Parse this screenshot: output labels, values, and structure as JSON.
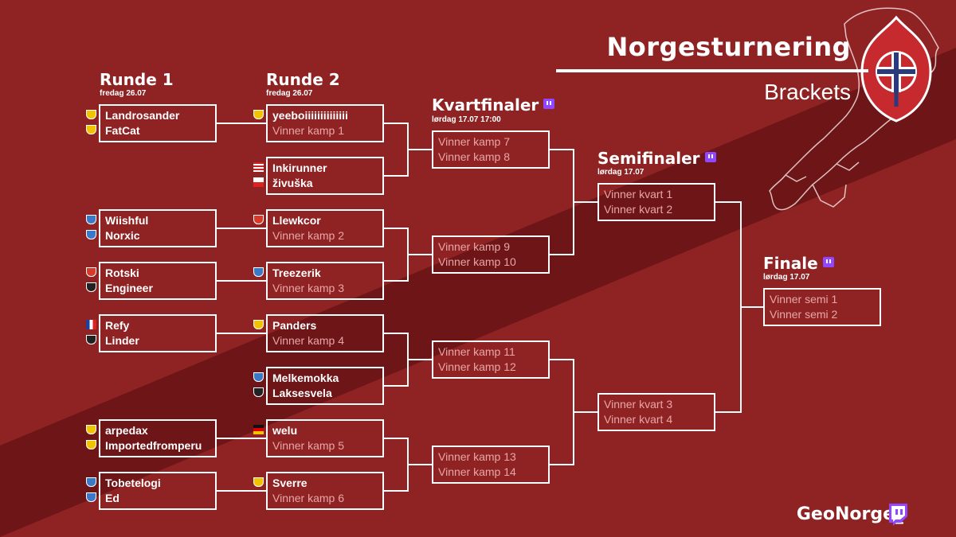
{
  "header": {
    "title": "Norgesturnering",
    "subtitle": "Brackets"
  },
  "rounds": [
    {
      "title": "Runde 1",
      "date": "fredag 26.07",
      "twitch": false
    },
    {
      "title": "Runde 2",
      "date": "fredag 26.07",
      "twitch": false
    },
    {
      "title": "Kvartfinaler",
      "date": "lørdag 17.07 17:00",
      "twitch": true
    },
    {
      "title": "Semifinaler",
      "date": "lørdag 17.07",
      "twitch": true
    },
    {
      "title": "Finale",
      "date": "lørdag 17.07",
      "twitch": true
    }
  ],
  "matches": {
    "r1": [
      {
        "top": "Landrosander",
        "bot": "FatCat",
        "top_flag": "yellow-shield-flag-icon",
        "bot_flag": "yellow-shield-flag-icon"
      },
      {
        "top": "Wiishful",
        "bot": "Norxic",
        "top_flag": "blue-shield-flag-icon",
        "bot_flag": "blue-shield-flag-icon"
      },
      {
        "top": "Rotski",
        "bot": "Engineer",
        "top_flag": "red-shield-flag-icon",
        "bot_flag": "unknown-flag-icon"
      },
      {
        "top": "Refy",
        "bot": "Linder",
        "top_flag": "france-flag-icon",
        "bot_flag": "unknown-flag-icon"
      },
      {
        "top": "arpedax",
        "bot": "Importedfromperu",
        "top_flag": "yellow-shield-flag-icon",
        "bot_flag": "yellow-shield-flag-icon"
      },
      {
        "top": "Tobetelogi",
        "bot": "Ed",
        "top_flag": "blue-shield-flag-icon",
        "bot_flag": "blue-shield-flag-icon"
      }
    ],
    "r2": [
      {
        "top": "yeeboiiiiiiiiiiiiii",
        "bot": "Vinner kamp 1",
        "top_flag": "yellow-shield-flag-icon"
      },
      {
        "top": "Inkirunner",
        "bot": "živuška",
        "top_flag": "usa-flag-icon",
        "bot_flag": "czech-flag-icon"
      },
      {
        "top": "Llewkcor",
        "bot": "Vinner kamp 2",
        "top_flag": "red-shield-flag-icon"
      },
      {
        "top": "Treezerik",
        "bot": "Vinner kamp 3",
        "top_flag": "blue-shield-flag-icon"
      },
      {
        "top": "Panders",
        "bot": "Vinner kamp 4",
        "top_flag": "yellow-shield-flag-icon"
      },
      {
        "top": "Melkemokka",
        "bot": "Laksesvela",
        "top_flag": "blue-shield-flag-icon",
        "bot_flag": "unknown-flag-icon"
      },
      {
        "top": "welu",
        "bot": "Vinner kamp 5",
        "top_flag": "germany-flag-icon"
      },
      {
        "top": "Sverre",
        "bot": "Vinner kamp 6",
        "top_flag": "yellow-shield-flag-icon"
      }
    ],
    "qf": [
      {
        "top": "Vinner kamp 7",
        "bot": "Vinner kamp 8"
      },
      {
        "top": "Vinner kamp 9",
        "bot": "Vinner kamp 10"
      },
      {
        "top": "Vinner kamp 11",
        "bot": "Vinner kamp 12"
      },
      {
        "top": "Vinner kamp 13",
        "bot": "Vinner kamp 14"
      }
    ],
    "sf": [
      {
        "top": "Vinner kvart 1",
        "bot": "Vinner kvart 2"
      },
      {
        "top": "Vinner kvart 3",
        "bot": "Vinner kvart 4"
      }
    ],
    "final": [
      {
        "top": "Vinner semi 1",
        "bot": "Vinner semi 2"
      }
    ]
  },
  "footer": {
    "channel": "GeoNorge_"
  },
  "icons": {
    "twitch": "twitch-icon",
    "logo": "norway-flame-logo-icon",
    "map": "norway-map-outline-icon"
  },
  "colors": {
    "background": "#8f2324",
    "stripe": "#6e1517",
    "text": "#ffffff",
    "placeholder_text": "#e8a6a6",
    "twitch": "#9146ff"
  }
}
